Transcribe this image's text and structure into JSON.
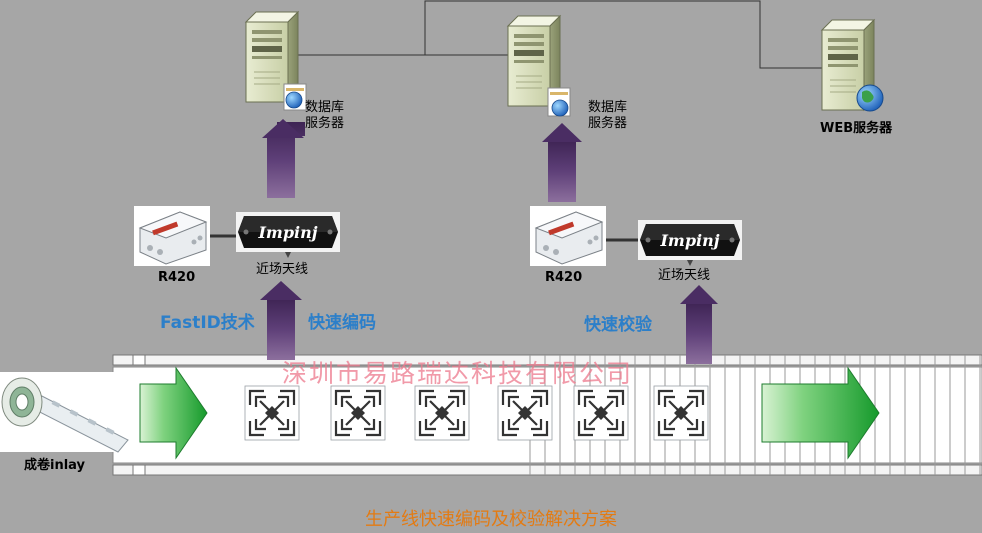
{
  "nodes": {
    "db_server_1": {
      "line1": "数据库",
      "line2": "服务器"
    },
    "db_server_2": {
      "line1": "数据库",
      "line2": "服务器"
    },
    "web_server": {
      "label": "WEB服务器"
    },
    "reader_1": {
      "label": "R420"
    },
    "reader_2": {
      "label": "R420"
    },
    "antenna_1": {
      "label": "近场天线",
      "brand": "Impinj"
    },
    "antenna_2": {
      "label": "近场天线",
      "brand": "Impinj"
    },
    "inlay_roll": {
      "label": "成卷inlay"
    }
  },
  "process_labels": {
    "fastid": "FastID技术",
    "encode": "快速编码",
    "verify": "快速校验"
  },
  "watermark": "深圳市易路瑞达科技有限公司",
  "caption": "生产线快速编码及校验解决方案",
  "colors": {
    "background": "#a6a6a6",
    "arrow_purple": "#4b2d63",
    "flow_green": "#3db34a",
    "label_blue": "#2c7fc9",
    "caption_orange": "#e37b13"
  }
}
